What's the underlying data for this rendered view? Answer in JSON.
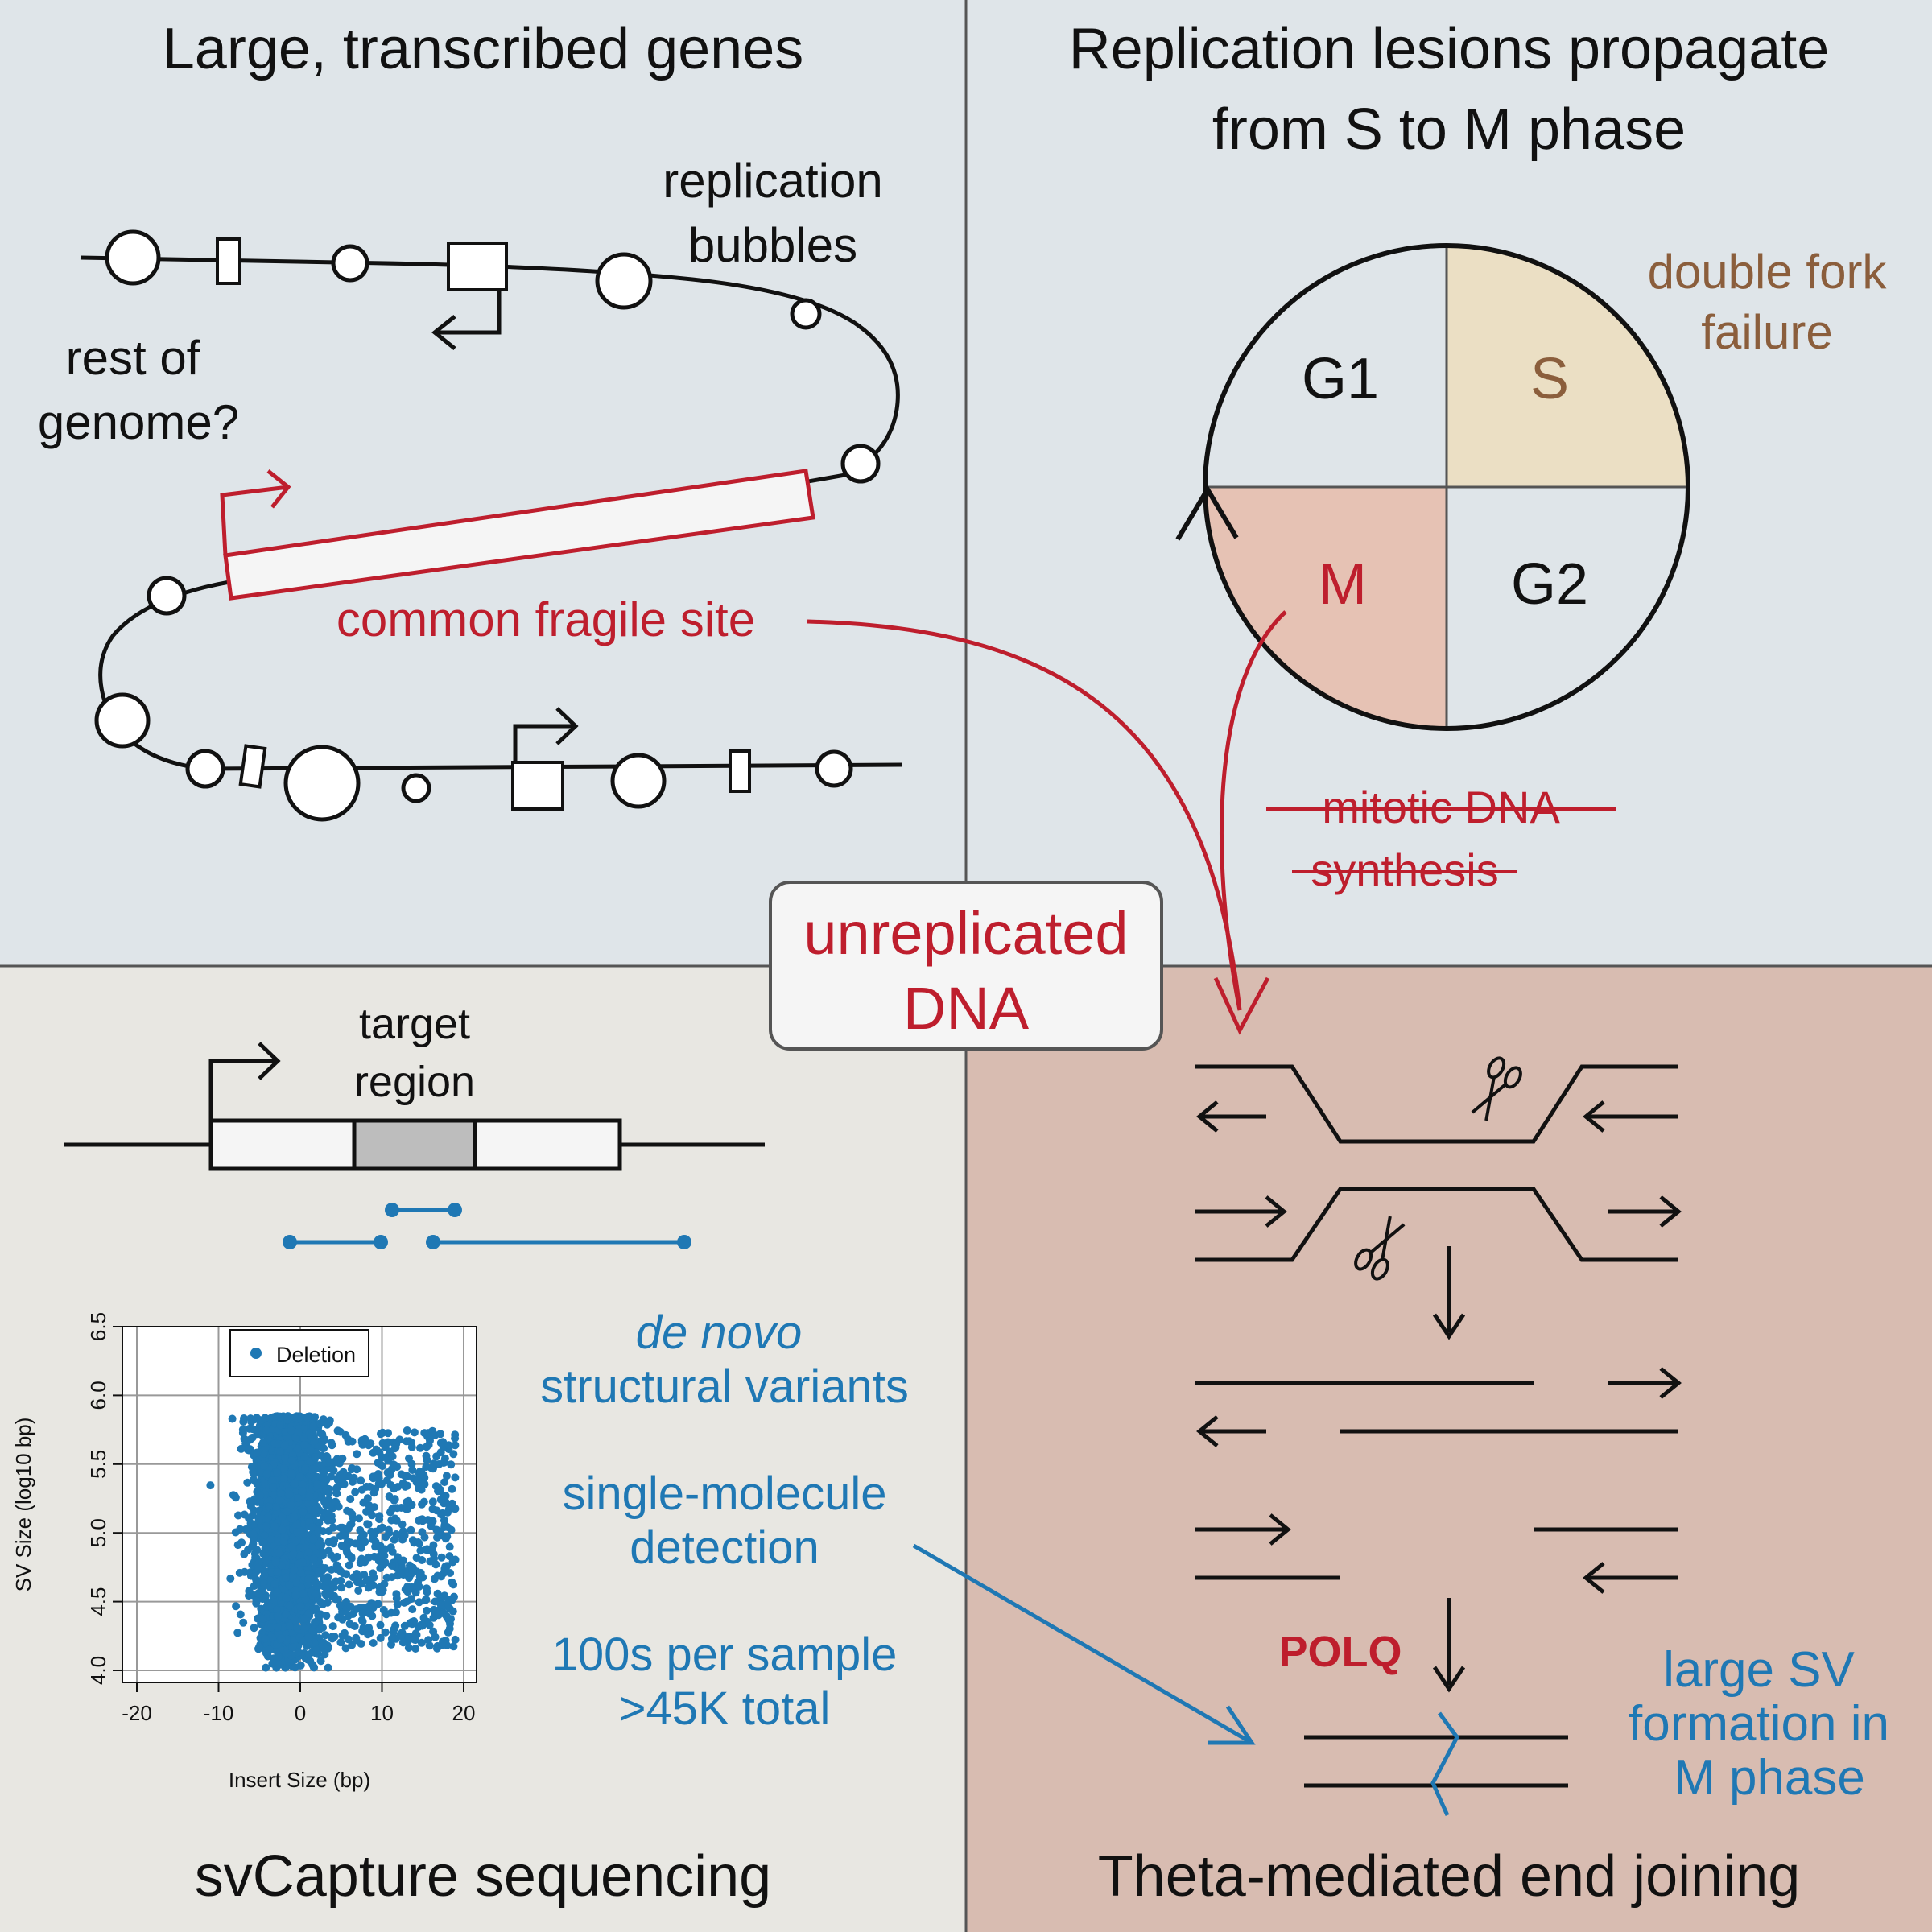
{
  "colors": {
    "panel_top": "#dfe5e9",
    "panel_bottom_left": "#e8e7e2",
    "panel_bottom_right": "#d8bcb1",
    "red": "#be1e2d",
    "blue": "#1f78b4",
    "brown": "#8b5e3c",
    "s_fill": "#ebdfc4",
    "m_fill": "#e6c2b4",
    "grey_box": "#bdbdbd"
  },
  "panel_tl": {
    "title": "Large, transcribed genes",
    "replication_label_1": "replication",
    "replication_label_2": "bubbles",
    "rest_label_1": "rest of",
    "rest_label_2": "genome?",
    "fragile_label": "common fragile site"
  },
  "panel_tr": {
    "title_1": "Replication lesions propagate",
    "title_2": "from S to M phase",
    "phase_g1": "G1",
    "phase_s": "S",
    "phase_m": "M",
    "phase_g2": "G2",
    "fork_label_1": "double fork",
    "fork_label_2": "failure",
    "mitotic_1": "mitotic DNA",
    "mitotic_2": "synthesis"
  },
  "center_box": {
    "line_1": "unreplicated",
    "line_2": "DNA"
  },
  "panel_bl": {
    "title": "svCapture sequencing",
    "target_1": "target",
    "target_2": "region",
    "denovo_1": "de novo",
    "denovo_2": "structural variants",
    "single_1": "single-molecule",
    "single_2": "detection",
    "count_1": "100s per sample",
    "count_2": ">45K total"
  },
  "panel_br": {
    "title": "Theta-mediated end joining",
    "polq": "POLQ",
    "large_1": "large SV",
    "large_2": "formation in",
    "large_3": "M phase"
  },
  "chart_data": {
    "type": "scatter",
    "title": "",
    "xlabel": "Insert Size (bp)",
    "ylabel": "SV Size (log10 bp)",
    "xlim": [
      -20,
      20
    ],
    "ylim": [
      4.0,
      6.5
    ],
    "x_ticks": [
      -20,
      -10,
      0,
      10,
      20
    ],
    "y_ticks": [
      4.0,
      4.5,
      5.0,
      5.5,
      6.0,
      6.5
    ],
    "x_tick_labels": [
      "-20",
      "-10",
      "0",
      "10",
      "20"
    ],
    "y_tick_labels": [
      "4.0",
      "4.5",
      "5.0",
      "5.5",
      "6.0",
      "6.5"
    ],
    "grid": true,
    "legend_position": "top-center",
    "series": [
      {
        "name": "Deletion",
        "color": "#1f78b4",
        "point_count": 3000
      }
    ]
  }
}
